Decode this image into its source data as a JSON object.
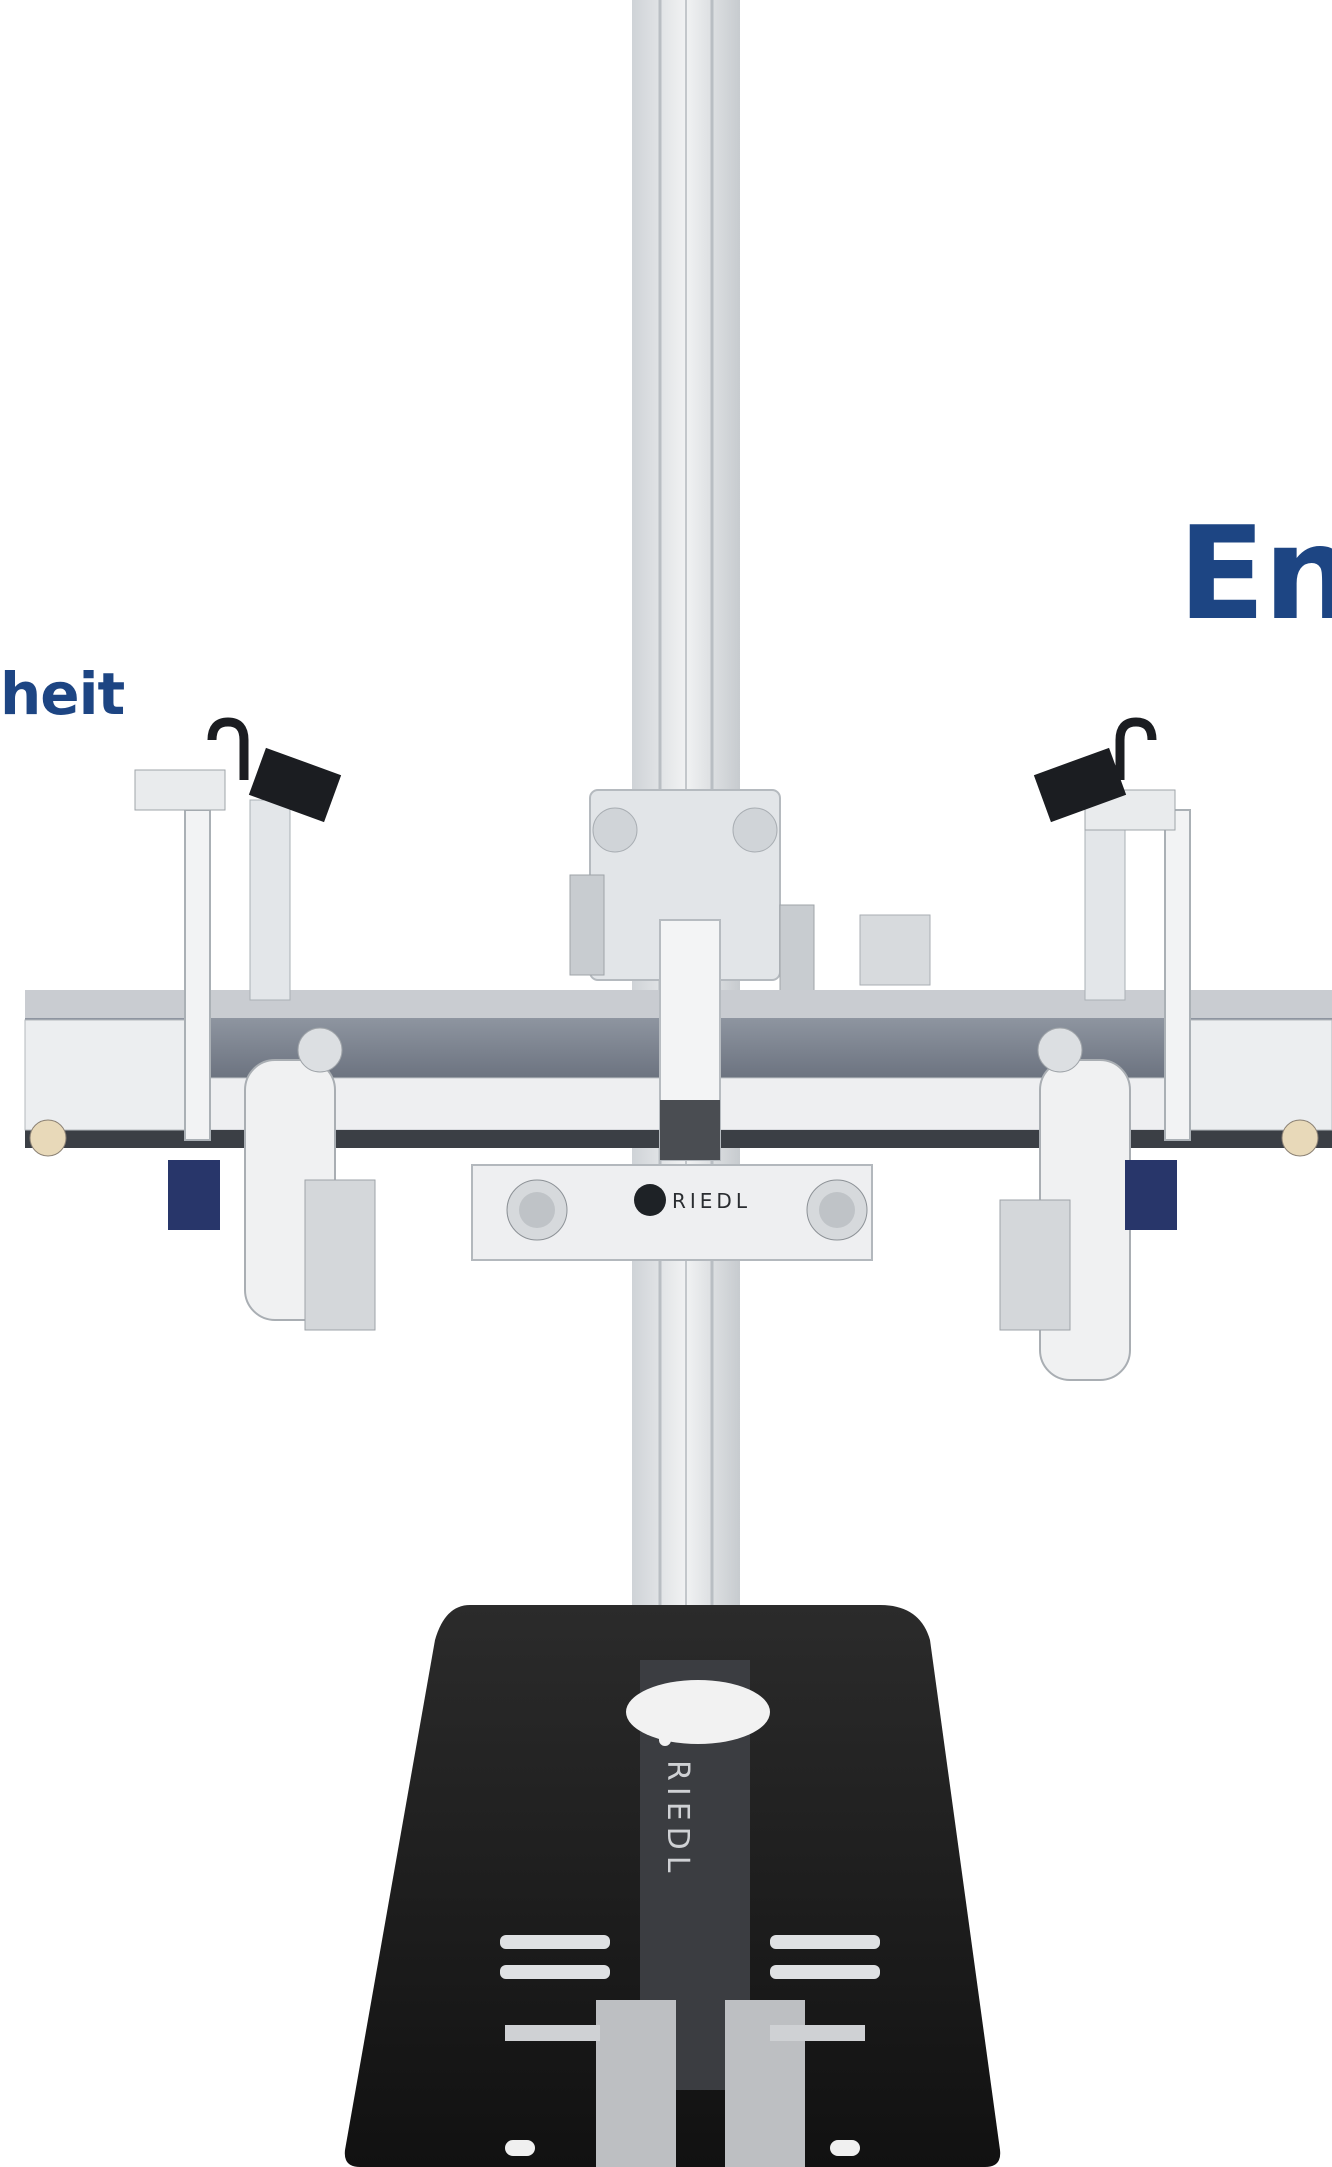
{
  "captions": {
    "left_fragment": "heit",
    "right_fragment": "En"
  },
  "product": {
    "brand_label_box": "RIEDL",
    "brand_label_base": "RIEDL"
  },
  "colors": {
    "caption_blue": "#1d4583",
    "aluminium": "#e4e6e8",
    "belt_gray": "#7e8591",
    "base_black": "#1a1a1a",
    "motor_blue": "#24346a"
  }
}
